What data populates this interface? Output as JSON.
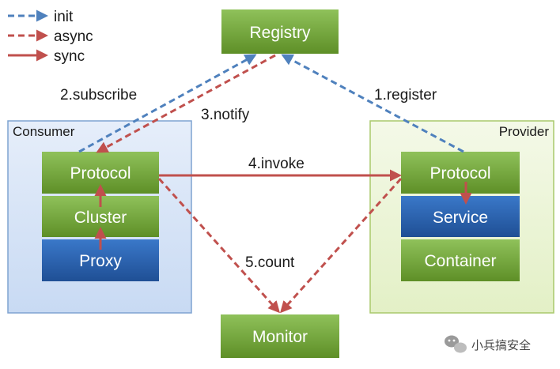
{
  "colors": {
    "init": "#4f81bd",
    "async": "#c0504d",
    "sync": "#c0504d",
    "green_node_top": "#8fc15a",
    "green_node_bottom": "#5e8f27",
    "blue_node_top": "#3a78c9",
    "blue_node_bottom": "#1f4f95",
    "consumer_fill": "#dbe7f7",
    "consumer_border": "#7fa3d1",
    "provider_fill": "#eef6dc",
    "provider_border": "#a9c96b"
  },
  "legend": [
    {
      "label": "init",
      "style": "dashed",
      "color_key": "init"
    },
    {
      "label": "async",
      "style": "dashed",
      "color_key": "async"
    },
    {
      "label": "sync",
      "style": "solid",
      "color_key": "sync"
    }
  ],
  "nodes": {
    "registry": "Registry",
    "monitor": "Monitor",
    "consumer": {
      "title": "Consumer",
      "protocol": "Protocol",
      "cluster": "Cluster",
      "proxy": "Proxy"
    },
    "provider": {
      "title": "Provider",
      "protocol": "Protocol",
      "service": "Service",
      "container": "Container"
    }
  },
  "edges": {
    "register": "1.register",
    "subscribe": "2.subscribe",
    "notify": "3.notify",
    "invoke": "4.invoke",
    "count": "5.count"
  },
  "watermark": {
    "text": "小兵搞安全",
    "icon": "wechat-icon"
  }
}
